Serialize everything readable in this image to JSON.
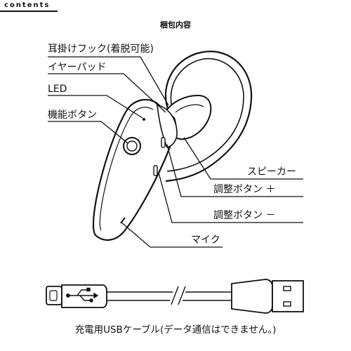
{
  "header": {
    "word": "contents"
  },
  "title": "梱包内容",
  "labels": {
    "ear_hook": "耳掛けフック(着脱可能)",
    "ear_pad": "イヤーパッド",
    "led": "LED",
    "function_button": "機能ボタン",
    "speaker": "スピーカー",
    "volume_up": "調整ボタン ＋",
    "volume_down": "調整ボタン －",
    "mic": "マイク"
  },
  "cable_caption": "充電用USBケーブル(データ通信はできません。)",
  "icons": [
    "usb-icon"
  ]
}
